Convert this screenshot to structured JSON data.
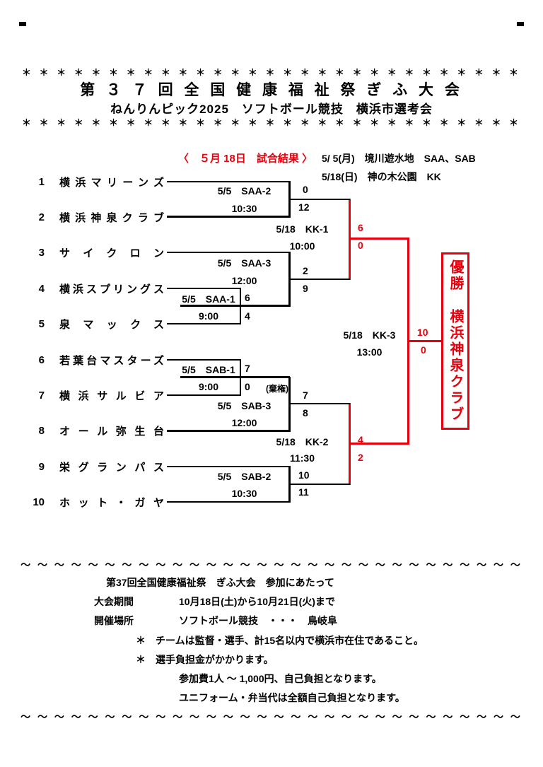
{
  "colors": {
    "accent_red": "#e8000d",
    "line_black": "#000000"
  },
  "header": {
    "stars_top": "＊ ＊ ＊ ＊ ＊ ＊ ＊ ＊ ＊ ＊ ＊ ＊ ＊ ＊ ＊ ＊ ＊ ＊ ＊ ＊ ＊ ＊ ＊ ＊ ＊ ＊ ＊ ＊ ＊",
    "title": "第 ３ ７ 回 全 国 健 康 福 祉 祭 ぎ ふ 大 会",
    "subtitle": "ねんりんピック2025　ソフトボール競技　横浜市選考会",
    "stars_bottom": "＊ ＊ ＊ ＊ ＊ ＊ ＊ ＊ ＊ ＊ ＊ ＊ ＊ ＊ ＊ ＊ ＊ ＊ ＊ ＊ ＊ ＊ ＊ ＊ ＊ ＊ ＊ ＊ ＊"
  },
  "info": {
    "result_heading": "〈　５月 18日　試合結果 〉",
    "venue_line1": "5/ 5(月)　境川遊水地　SAA、SAB",
    "venue_line2": "5/18(日)　神の木公園　KK"
  },
  "teams": [
    {
      "seed": "1",
      "name": "横浜マリーンズ"
    },
    {
      "seed": "2",
      "name": "横浜神泉クラブ"
    },
    {
      "seed": "3",
      "name": "サイクロン"
    },
    {
      "seed": "4",
      "name": "横浜スプリングス"
    },
    {
      "seed": "5",
      "name": "泉マックス"
    },
    {
      "seed": "6",
      "name": "若葉台マスターズ"
    },
    {
      "seed": "7",
      "name": "横浜サルビア"
    },
    {
      "seed": "8",
      "name": "オール弥生台"
    },
    {
      "seed": "9",
      "name": "栄グランパス"
    },
    {
      "seed": "10",
      "name": "ホット・ガヤ"
    }
  ],
  "matches": {
    "saa1": {
      "label": "5/5　SAA-1",
      "time": "9:00",
      "score_top": "6",
      "score_bottom": "4"
    },
    "saa2": {
      "label": "5/5　SAA-2",
      "time": "10:30",
      "score_top": "0",
      "score_bottom": "12"
    },
    "saa3": {
      "label": "5/5　SAA-3",
      "time": "12:00",
      "score_top": "2",
      "score_bottom": "9"
    },
    "sab1": {
      "label": "5/5　SAB-1",
      "time": "9:00",
      "score_top": "7",
      "score_bottom": "0",
      "note": "(棄権)"
    },
    "sab2": {
      "label": "5/5　SAB-2",
      "time": "10:30",
      "score_top": "10",
      "score_bottom": "11"
    },
    "sab3": {
      "label": "5/5　SAB-3",
      "time": "12:00",
      "score_top": "7",
      "score_bottom": "8"
    },
    "kk1": {
      "label": "5/18　KK-1",
      "time": "10:00",
      "score_top": "6",
      "score_bottom": "0"
    },
    "kk2": {
      "label": "5/18　KK-2",
      "time": "11:30",
      "score_top": "4",
      "score_bottom": "2"
    },
    "kk3": {
      "label": "5/18　KK-3",
      "time": "13:00",
      "score_top": "10",
      "score_bottom": "0"
    }
  },
  "champion": {
    "label": "優勝",
    "name": "横浜神泉クラブ"
  },
  "footer": {
    "tildes_top": "～ ～ ～ ～ ～ ～ ～ ～ ～ ～ ～ ～ ～ ～ ～ ～ ～ ～ ～ ～ ～ ～ ～ ～ ～ ～ ～ ～ ～ ～",
    "heading": "第37回全国健康福祉祭　ぎふ大会　参加にあたって",
    "rows": [
      {
        "label": "大会期間",
        "value": "10月18日(土)から10月21日(火)まで"
      },
      {
        "label": "開催場所",
        "value": "ソフトボール競技　・・・　鳥岐阜"
      }
    ],
    "notes": [
      "＊　チームは監督・選手、計15名以内で横浜市在住であること。",
      "＊　選手負担金がかかります。"
    ],
    "subnotes": [
      "参加費1人 ～ 1,000円、自己負担となります。",
      "ユニフォーム・弁当代は全額自己負担となります。"
    ],
    "tildes_bottom": "～ ～ ～ ～ ～ ～ ～ ～ ～ ～ ～ ～ ～ ～ ～ ～ ～ ～ ～ ～ ～ ～ ～ ～ ～ ～ ～ ～ ～ ～"
  }
}
